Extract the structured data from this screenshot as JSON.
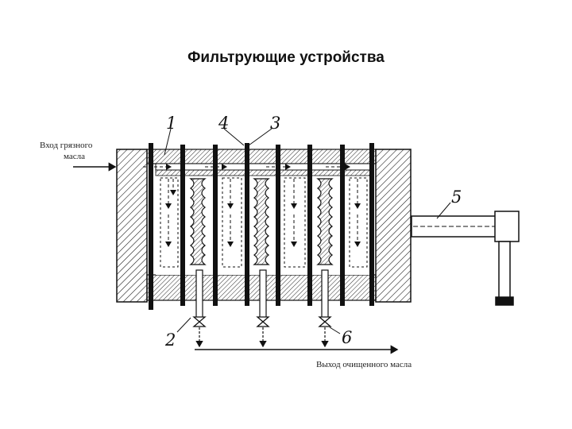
{
  "title": "Фильтрующие устройства",
  "inlet_label_line1": "Вход грязного",
  "inlet_label_line2": "масла",
  "outlet_label": "Выход очищенного масла",
  "part_numbers": {
    "p1": "1",
    "p2": "2",
    "p3": "3",
    "p4": "4",
    "p5": "5",
    "p6": "6"
  },
  "colors": {
    "ink": "#111111",
    "background": "#ffffff"
  }
}
